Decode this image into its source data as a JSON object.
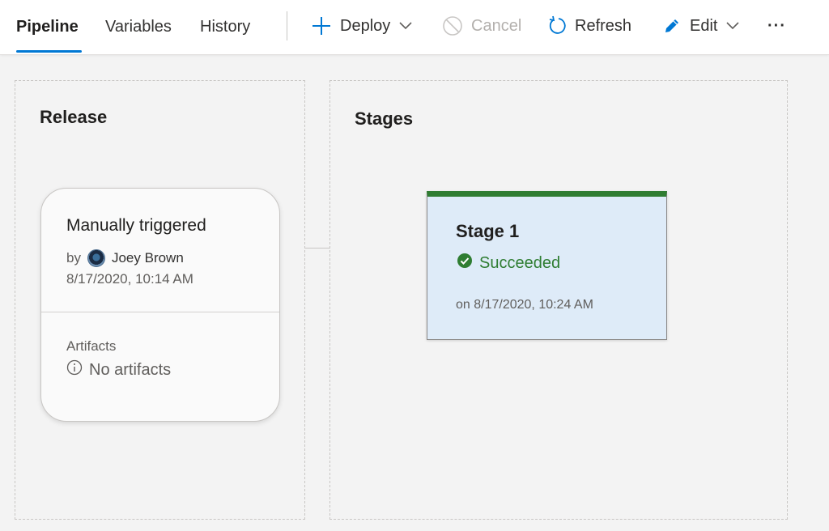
{
  "tabs": [
    {
      "label": "Pipeline",
      "active": true
    },
    {
      "label": "Variables",
      "active": false
    },
    {
      "label": "History",
      "active": false
    }
  ],
  "commands": {
    "deploy": {
      "label": "Deploy",
      "icon": "plus-icon",
      "has_dropdown": true
    },
    "cancel": {
      "label": "Cancel",
      "icon": "cancel-circle-icon",
      "disabled": true
    },
    "refresh": {
      "label": "Refresh",
      "icon": "refresh-icon"
    },
    "edit": {
      "label": "Edit",
      "icon": "pencil-icon",
      "has_dropdown": true
    },
    "more": {
      "label": "···",
      "icon": "more-icon"
    }
  },
  "release": {
    "section_title": "Release",
    "trigger": "Manually triggered",
    "by_label": "by",
    "user": "Joey Brown",
    "date": "8/17/2020, 10:14 AM",
    "artifacts_label": "Artifacts",
    "artifacts_value": "No artifacts"
  },
  "stages": {
    "section_title": "Stages",
    "items": [
      {
        "name": "Stage 1",
        "status": "Succeeded",
        "date": "on 8/17/2020, 10:24 AM",
        "status_color": "#2f7d32"
      }
    ]
  },
  "colors": {
    "accent": "#0078d4",
    "success": "#2f7d32",
    "stage_bg": "#deebf8"
  }
}
